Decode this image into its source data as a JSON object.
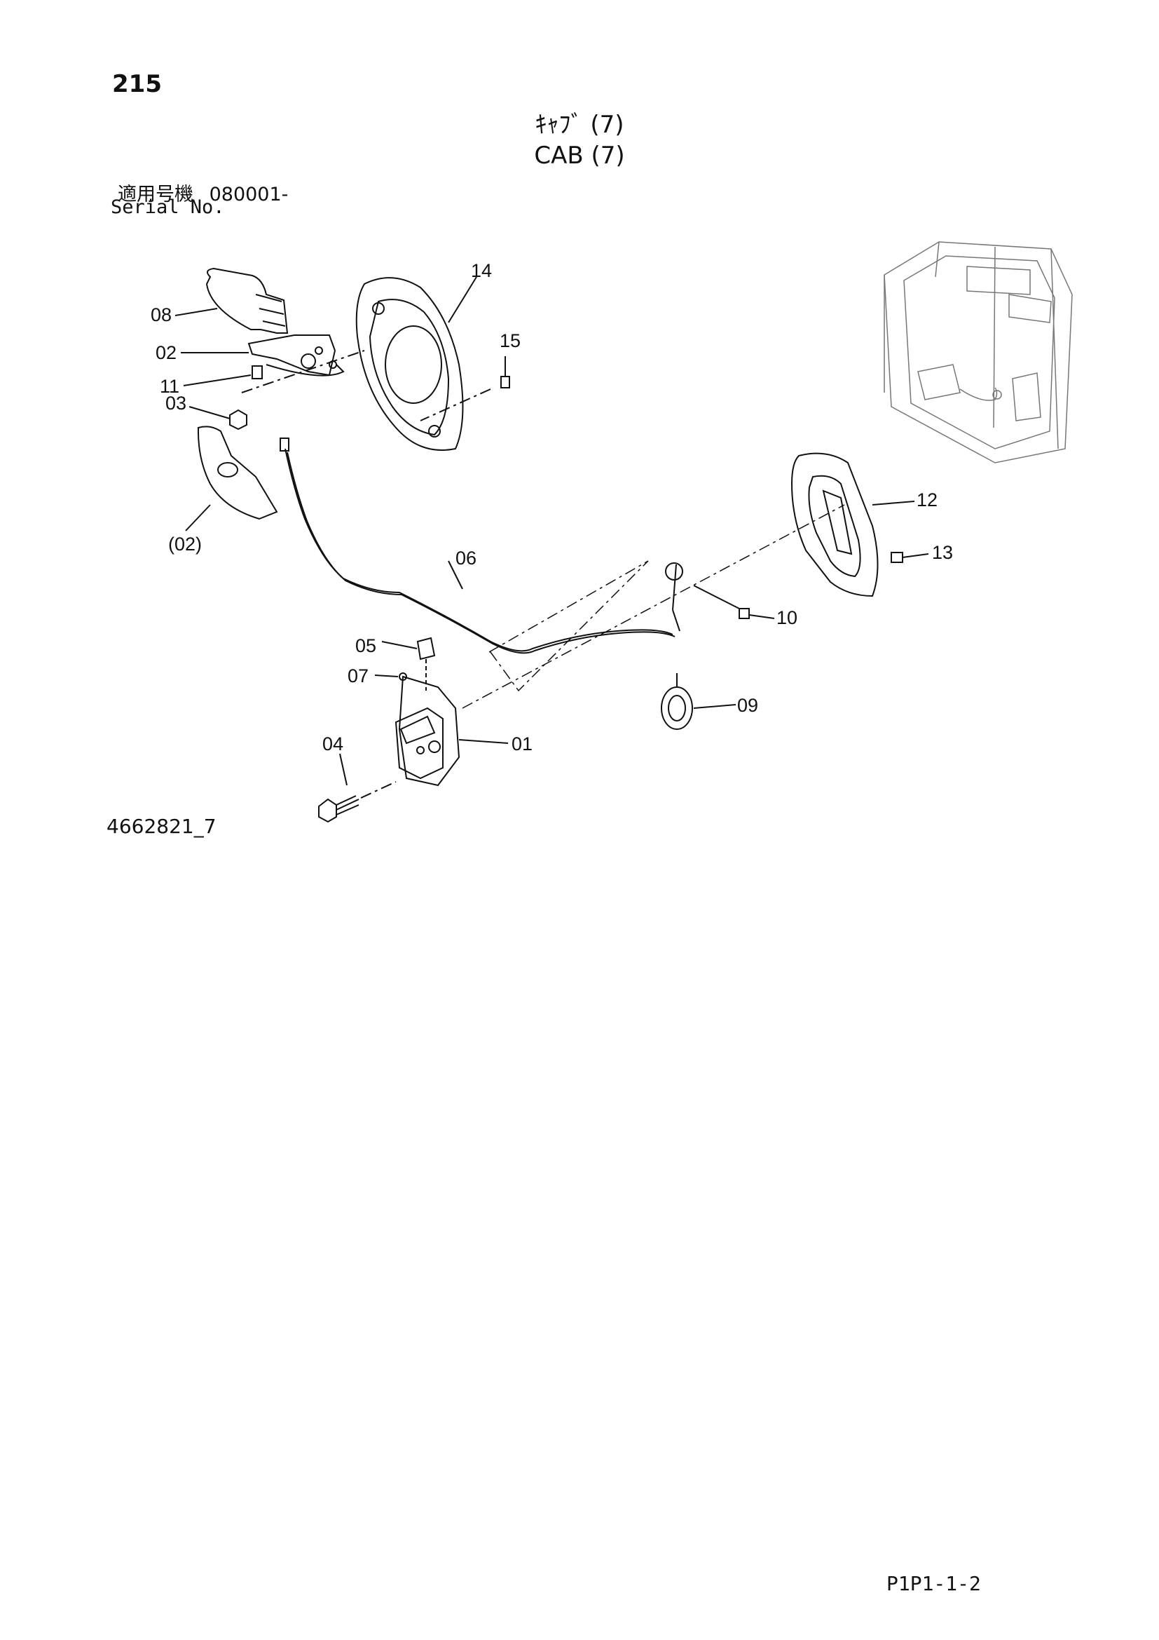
{
  "header": {
    "page_number": "215",
    "title_jp": "ｷｬﾌﾞ (7)",
    "title_en": "CAB (7)",
    "serial_label_jp": "適用号機",
    "serial_value": "080001-",
    "serial_label_en": "Serial No."
  },
  "parts": [
    {
      "id": "p08",
      "label": "08"
    },
    {
      "id": "p02",
      "label": "02"
    },
    {
      "id": "p11",
      "label": "11"
    },
    {
      "id": "p03",
      "label": "03"
    },
    {
      "id": "p02b",
      "label": "(02)"
    },
    {
      "id": "p14",
      "label": "14"
    },
    {
      "id": "p15",
      "label": "15"
    },
    {
      "id": "p12",
      "label": "12"
    },
    {
      "id": "p13",
      "label": "13"
    },
    {
      "id": "p06",
      "label": "06"
    },
    {
      "id": "p10",
      "label": "10"
    },
    {
      "id": "p05",
      "label": "05"
    },
    {
      "id": "p07",
      "label": "07"
    },
    {
      "id": "p09",
      "label": "09"
    },
    {
      "id": "p04",
      "label": "04"
    },
    {
      "id": "p01",
      "label": "01"
    }
  ],
  "footer": {
    "figure_code": "4662821_7",
    "page_ref": "P1P1-1-2"
  }
}
